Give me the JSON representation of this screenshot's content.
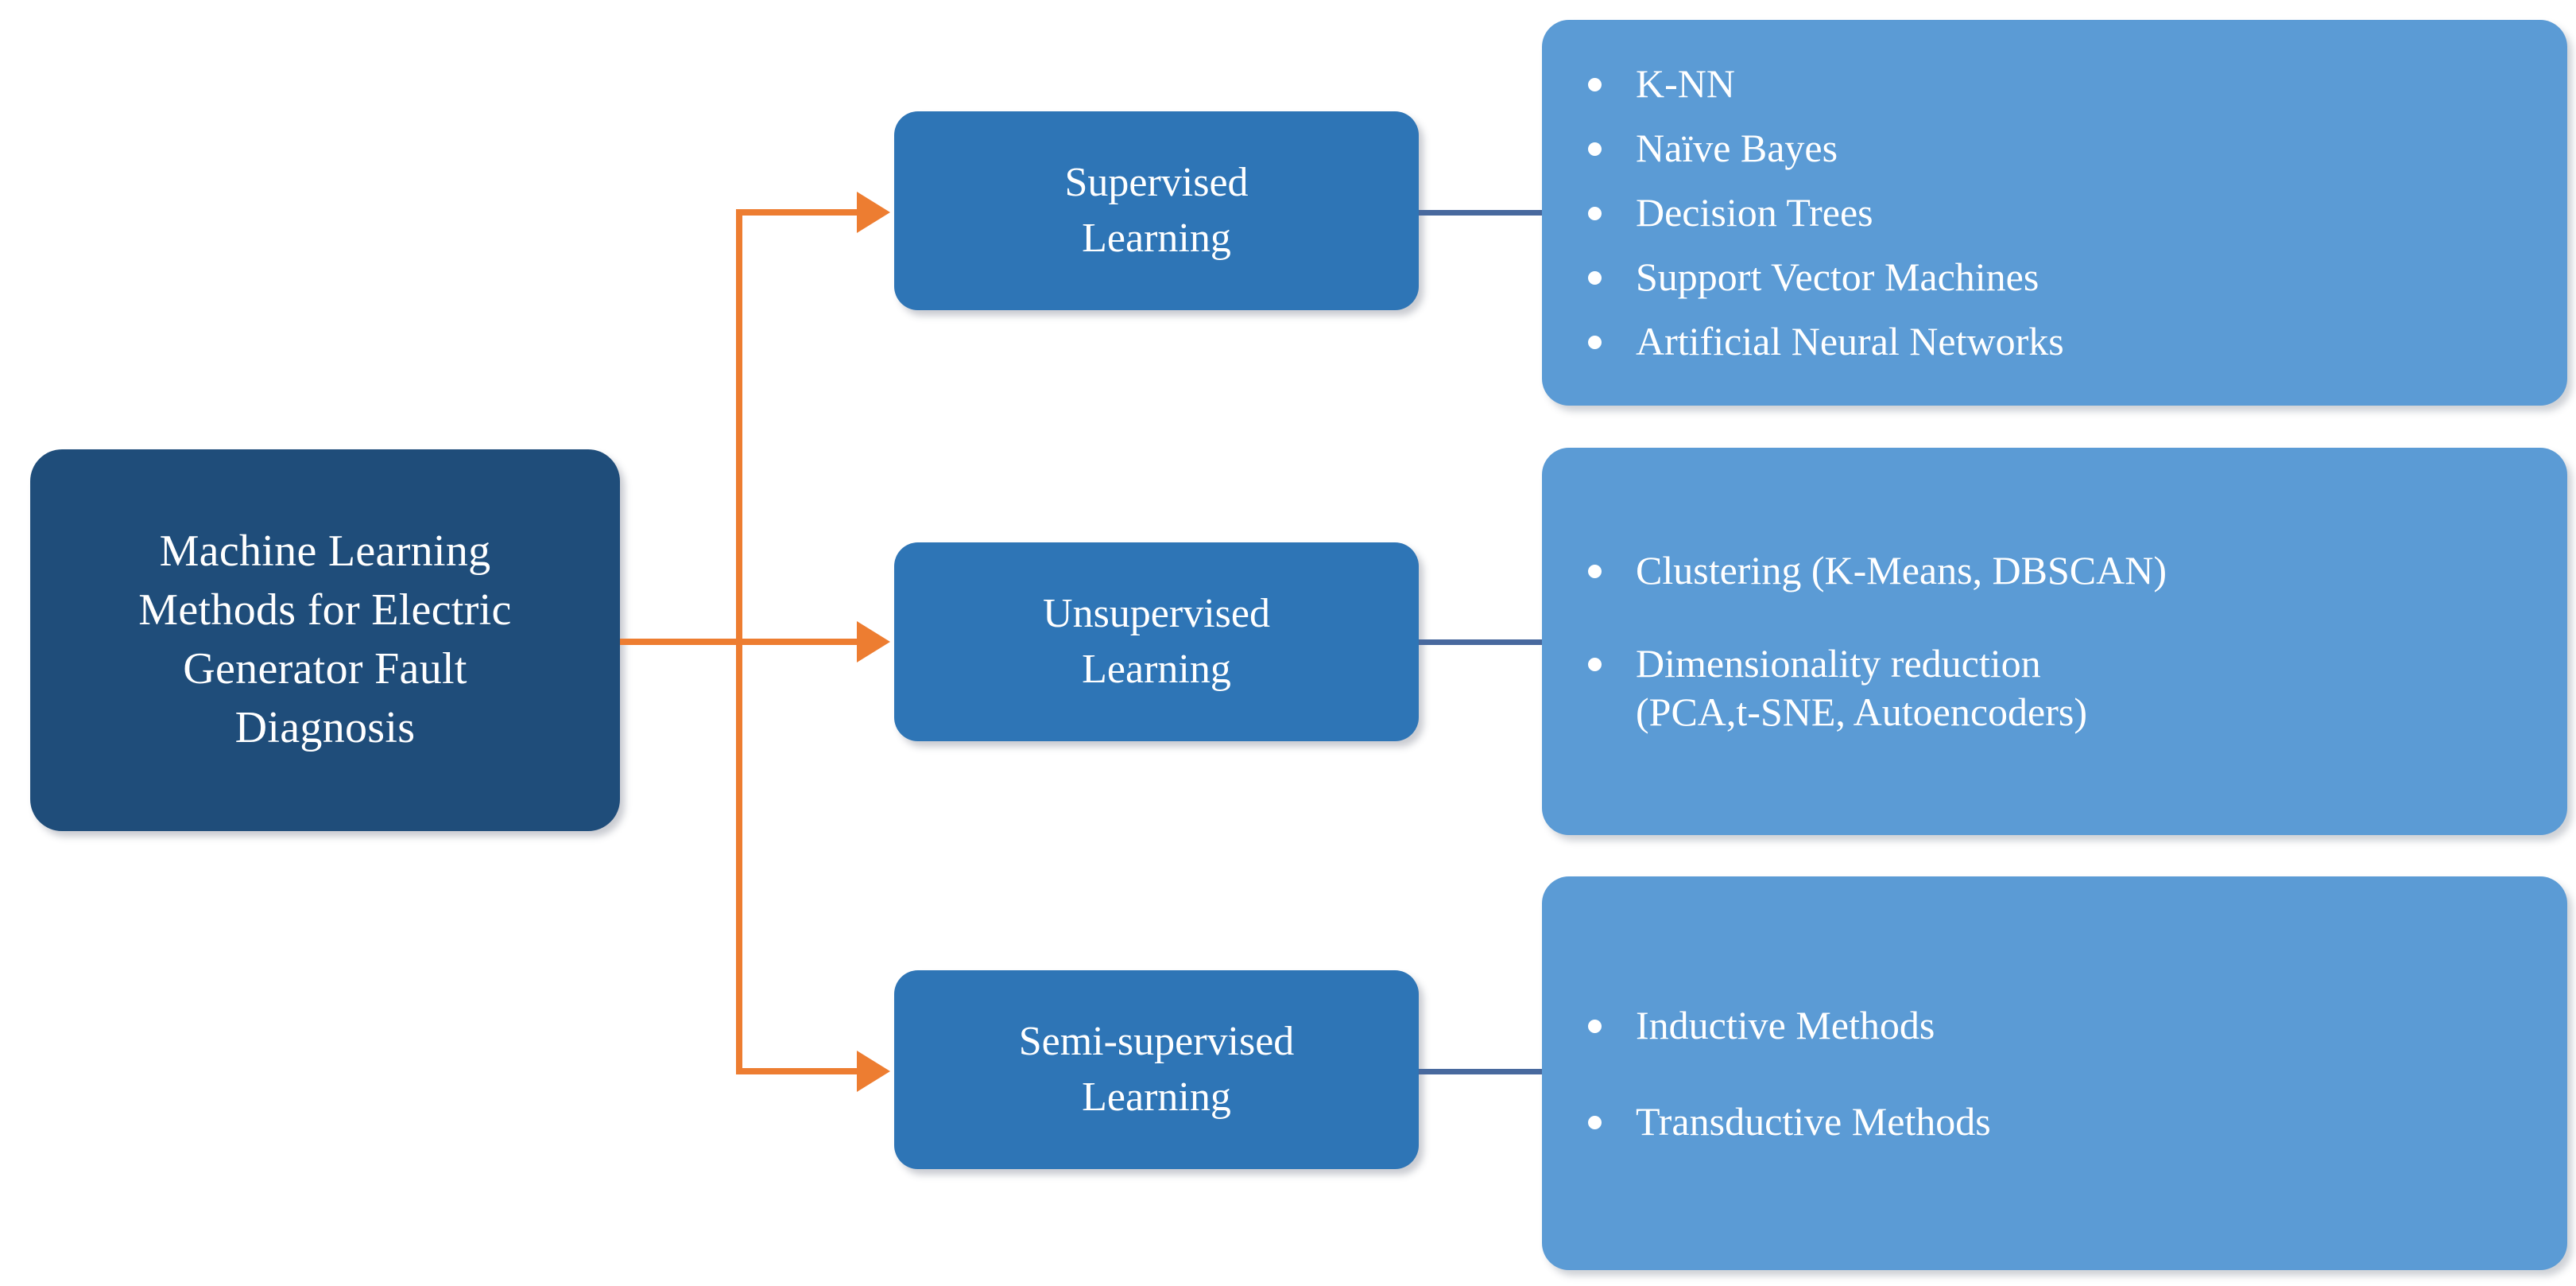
{
  "diagram": {
    "title": "Machine Learning Methods for Electric Generator Fault Diagnosis taxonomy",
    "root": {
      "label": "Machine Learning\nMethods for Electric\nGenerator Fault\nDiagnosis"
    },
    "categories": [
      {
        "id": "supervised",
        "label": "Supervised\nLearning"
      },
      {
        "id": "unsupervised",
        "label": "Unsupervised\nLearning"
      },
      {
        "id": "semi-supervised",
        "label": "Semi-supervised\nLearning"
      }
    ],
    "panels": [
      {
        "id": "supervised-methods",
        "items": [
          "K-NN",
          "Naïve Bayes",
          "Decision Trees",
          "Support Vector Machines",
          "Artificial Neural Networks"
        ]
      },
      {
        "id": "unsupervised-methods",
        "items": [
          "Clustering (K-Means, DBSCAN)",
          "Dimensionality reduction\n(PCA,t-SNE, Autoencoders)"
        ]
      },
      {
        "id": "semi-supervised-methods",
        "items": [
          "Inductive Methods",
          "Transductive Methods"
        ]
      }
    ],
    "colors": {
      "root_fill": "#1f4d7a",
      "category_fill": "#2e75b6",
      "panel_fill": "#5b9bd5",
      "arrow": "#ed7d31",
      "link_line": "#48699e",
      "text": "#ffffff",
      "background": "#ffffff"
    }
  }
}
